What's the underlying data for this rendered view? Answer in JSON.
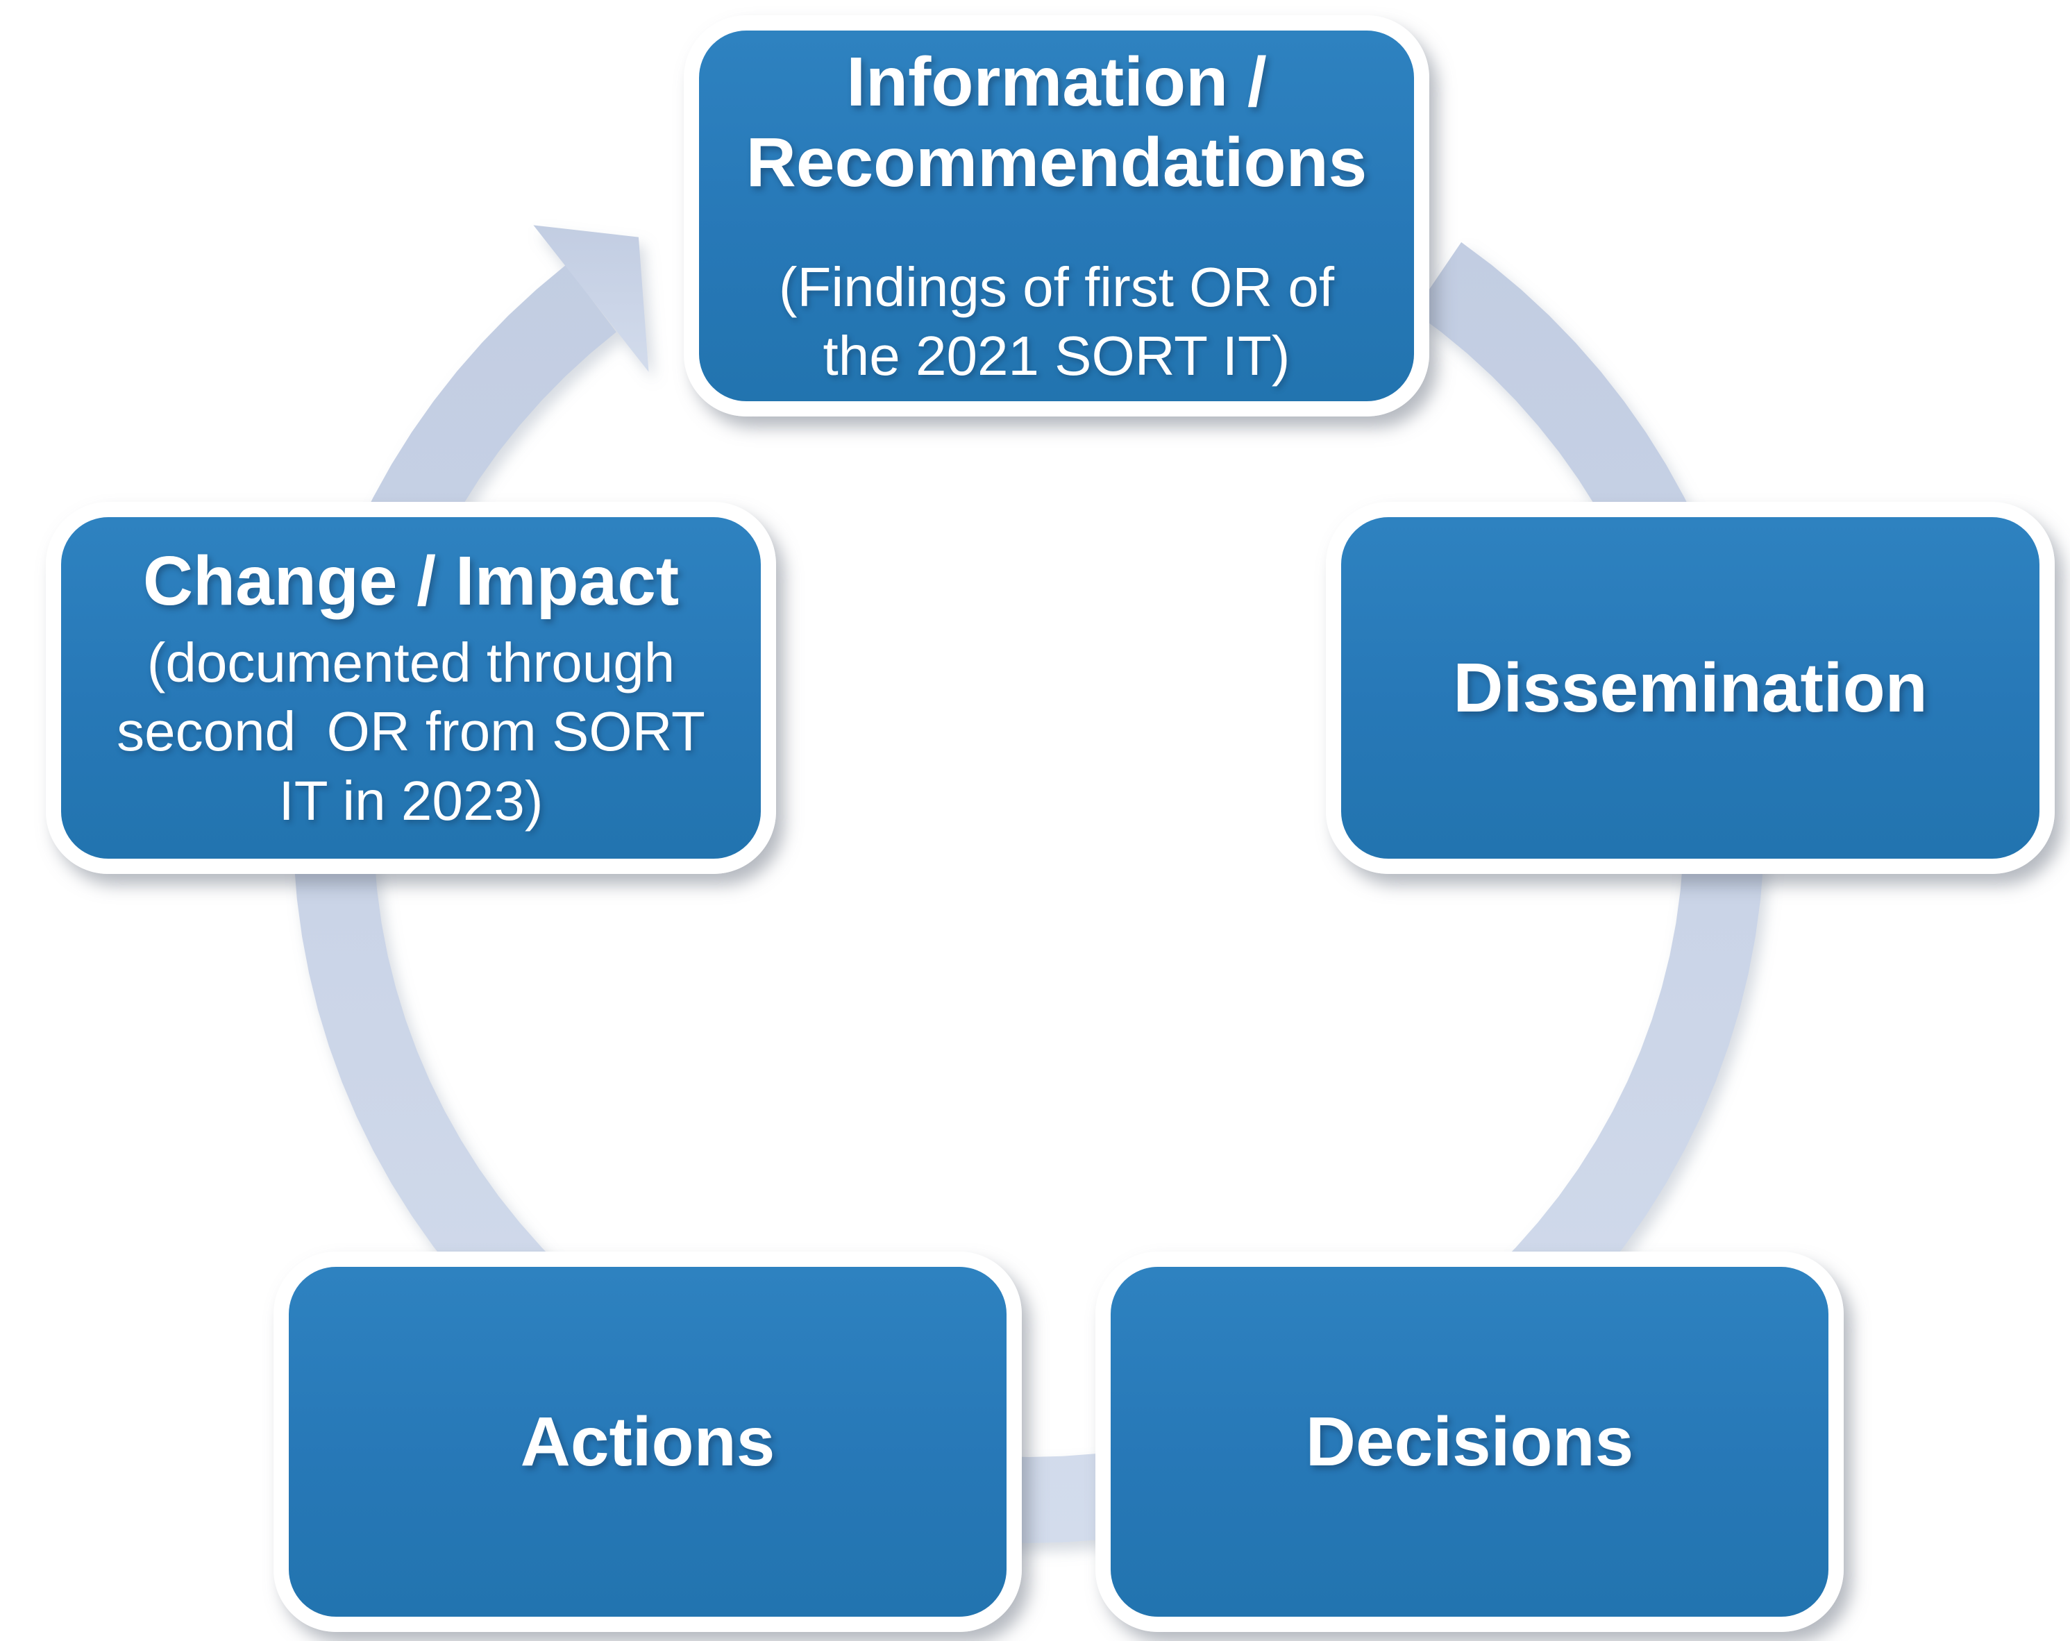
{
  "diagram": {
    "type": "cycle",
    "direction": "clockwise",
    "nodes": {
      "information": {
        "title": "Information /\nRecommendations",
        "subtitle": "(Findings of first OR of\nthe 2021 SORT IT)"
      },
      "dissemination": {
        "title": "Dissemination"
      },
      "decisions": {
        "title": "Decisions"
      },
      "actions": {
        "title": "Actions"
      },
      "change_impact": {
        "title": "Change / Impact",
        "subtitle": "(documented through\nsecond  OR from SORT\nIT in 2023)"
      }
    },
    "colors": {
      "node_fill": "#2778b7",
      "node_border": "#ffffff",
      "node_text": "#ffffff",
      "arrow_band": "#cad4e7"
    }
  }
}
